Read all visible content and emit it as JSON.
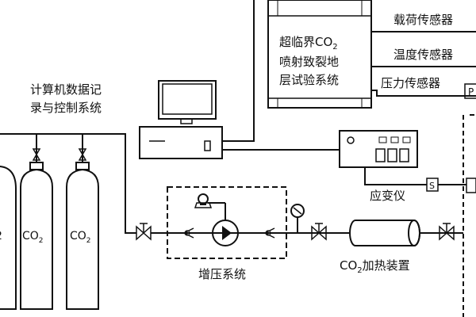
{
  "labels": {
    "system_title_l1": "超临界CO",
    "system_title_sub": "2",
    "system_title_l2": "喷射致裂地",
    "system_title_l3": "层试验系统",
    "sensor_load": "载荷传感器",
    "sensor_temp": "温度传感器",
    "sensor_pressure": "压力传感器",
    "computer_l1": "计算机数据记",
    "computer_l2": "录与控制系统",
    "strain_meter": "应变仪",
    "strain_s": "S",
    "co2_text": "CO",
    "co2_sub": "2",
    "booster": "增压系统",
    "heater_main": "CO",
    "heater_sub": "2",
    "heater_rest": "加热装置",
    "pressure_box_letter": "P"
  }
}
